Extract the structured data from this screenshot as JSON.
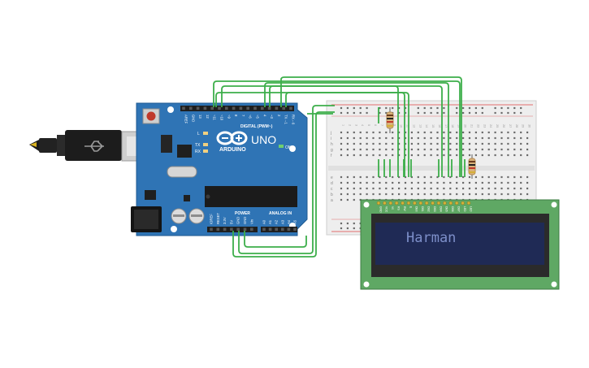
{
  "arduino": {
    "logo_text": "ARDUINO",
    "model_text": "UNO",
    "on_label": "ON",
    "digital_label": "DIGITAL (PWM~)",
    "power_label": "POWER",
    "analog_label": "ANALOG IN",
    "l_label": "L",
    "tx_label": "TX",
    "rx_label": "RX",
    "digital_pins": [
      "AREF",
      "GND",
      "13",
      "12",
      "~11",
      "~10",
      "~9",
      "8",
      "7",
      "~6",
      "~5",
      "4",
      "~3",
      "2",
      "TX→1",
      "RX←0"
    ],
    "power_pins": [
      "IOREF",
      "RESET",
      "3.3V",
      "5V",
      "GND",
      "GND",
      "Vin"
    ],
    "analog_pins": [
      "A0",
      "A1",
      "A2",
      "A3",
      "A4",
      "A5"
    ]
  },
  "breadboard": {
    "row_letters_top": [
      "j",
      "i",
      "h",
      "g",
      "f"
    ],
    "row_letters_bottom": [
      "e",
      "d",
      "c",
      "b",
      "a"
    ],
    "column_numbers": [
      "1",
      "2",
      "3",
      "4",
      "5",
      "6",
      "7",
      "8",
      "9",
      "10",
      "11",
      "12",
      "13",
      "14",
      "15",
      "16",
      "17",
      "18",
      "19",
      "20",
      "21",
      "22",
      "23",
      "24",
      "25",
      "26",
      "27",
      "28",
      "29",
      "30"
    ]
  },
  "lcd": {
    "display_text": "Harman",
    "pin_labels": [
      "GND",
      "VCC",
      "V0",
      "RS",
      "RW",
      "E",
      "DB0",
      "DB1",
      "DB2",
      "DB3",
      "DB4",
      "DB5",
      "DB6",
      "DB7",
      "LED",
      "LED"
    ]
  },
  "colors": {
    "wire": "#3cae4a",
    "arduino_board": "#2f74b5",
    "lcd_pcb": "#5fa864",
    "lcd_screen": "#1f2a55",
    "lcd_text": "#7d8fc9",
    "breadboard": "#eeeeee"
  }
}
